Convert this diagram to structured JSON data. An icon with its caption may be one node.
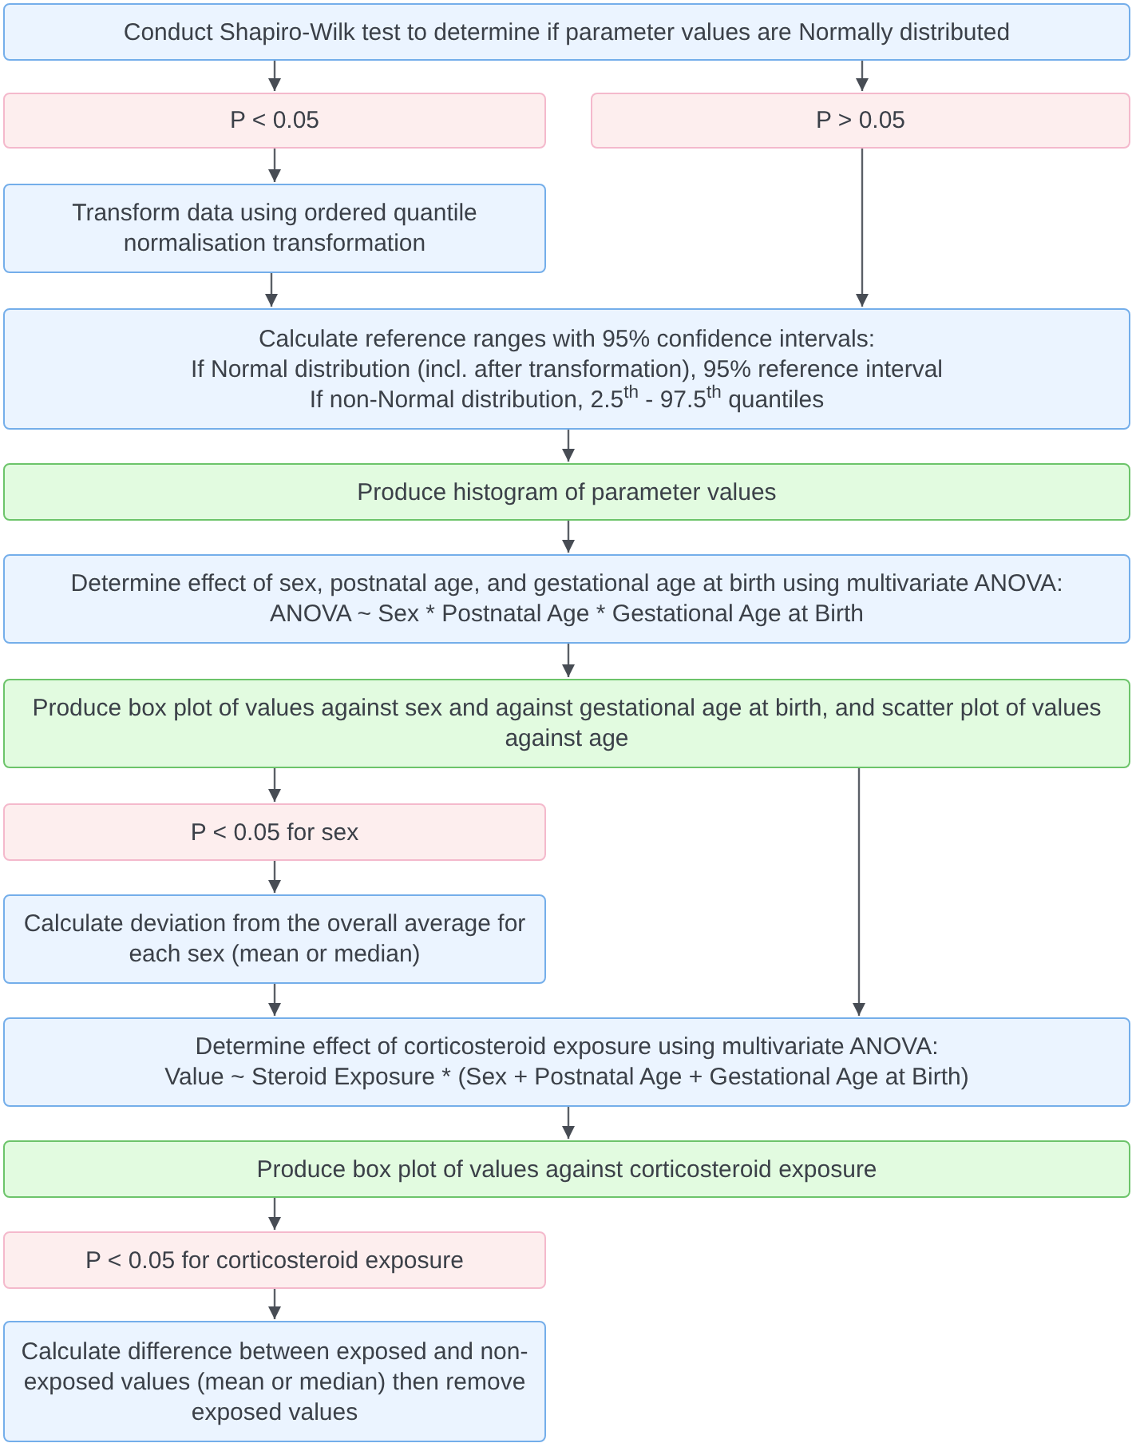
{
  "diagram": {
    "nodes": [
      {
        "text": [
          "Conduct Shapiro-Wilk test to determine if parameter values are Normally distributed"
        ]
      },
      {
        "text": [
          "P < 0.05"
        ]
      },
      {
        "text": [
          "P > 0.05"
        ]
      },
      {
        "text": [
          "Transform data using ordered quantile normalisation transformation"
        ]
      },
      {
        "text": [
          "Calculate reference ranges with 95% confidence intervals:",
          "If Normal distribution (incl. after transformation), 95% reference interval",
          "If non-Normal distribution, 2.5$^{th}$ - 97.5$^{th}$ quantiles"
        ]
      },
      {
        "text": [
          "Produce histogram of parameter values"
        ]
      },
      {
        "text": [
          "Determine effect of sex, postnatal age, and gestational age at birth using multivariate ANOVA:",
          "ANOVA ~ Sex * Postnatal Age * Gestational Age at Birth"
        ]
      },
      {
        "text": [
          "Produce box plot of values against sex and against gestational age at birth, and scatter plot of values against age"
        ]
      },
      {
        "text": [
          "P < 0.05 for sex"
        ]
      },
      {
        "text": [
          "Calculate deviation from the overall average for each sex (mean or median)"
        ]
      },
      {
        "text": [
          "Determine effect of corticosteroid exposure using multivariate ANOVA:",
          "Value ~ Steroid Exposure * (Sex + Postnatal Age + Gestational Age at Birth)"
        ]
      },
      {
        "text": [
          "Produce box plot of values against corticosteroid exposure"
        ]
      },
      {
        "text": [
          "P < 0.05 for corticosteroid exposure"
        ]
      },
      {
        "text": [
          "Calculate difference between exposed and non-exposed values (mean or median) then remove exposed values"
        ]
      }
    ],
    "edges": [
      {
        "from": 0,
        "to": 1,
        "arrow": "to"
      },
      {
        "from": 0,
        "to": 2,
        "arrow": "to"
      },
      {
        "from": 1,
        "to": 3,
        "arrow": "to"
      },
      {
        "from": 3,
        "to": 4,
        "arrow": "to"
      },
      {
        "from": 2,
        "to": 4,
        "arrow": "to"
      },
      {
        "from": 4,
        "to": 5,
        "arrow": "to"
      },
      {
        "from": 5,
        "to": 6,
        "arrow": "to"
      },
      {
        "from": 6,
        "to": 7,
        "arrow": "to"
      },
      {
        "from": 7,
        "to": 8,
        "arrow": "to"
      },
      {
        "from": 7,
        "to": 10,
        "arrow": "to"
      },
      {
        "from": 8,
        "to": 9,
        "arrow": "to"
      },
      {
        "from": 9,
        "to": 10,
        "arrow": "to"
      },
      {
        "from": 10,
        "to": 11,
        "arrow": "to"
      },
      {
        "from": 11,
        "to": 12,
        "arrow": "to"
      },
      {
        "from": 12,
        "to": 13,
        "arrow": "to"
      }
    ]
  }
}
